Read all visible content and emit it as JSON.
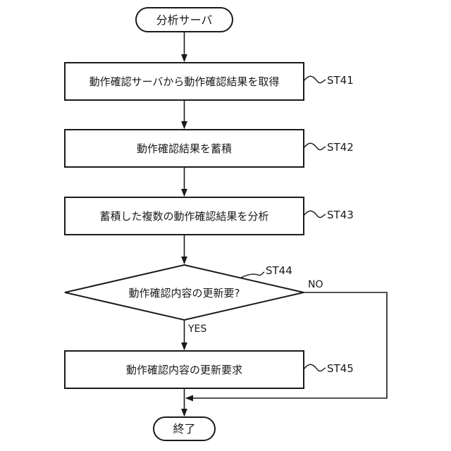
{
  "flowchart": {
    "start": {
      "label": "分析サーバ"
    },
    "steps": [
      {
        "id": "ST41",
        "label": "動作確認サーバから動作確認結果を取得"
      },
      {
        "id": "ST42",
        "label": "動作確認結果を蓄積"
      },
      {
        "id": "ST43",
        "label": "蓄積した複数の動作確認結果を分析"
      }
    ],
    "decision": {
      "id": "ST44",
      "label": "動作確認内容の更新要?",
      "yes_label": "YES",
      "no_label": "NO"
    },
    "final_step": {
      "id": "ST45",
      "label": "動作確認内容の更新要求"
    },
    "end": {
      "label": "終了"
    }
  }
}
